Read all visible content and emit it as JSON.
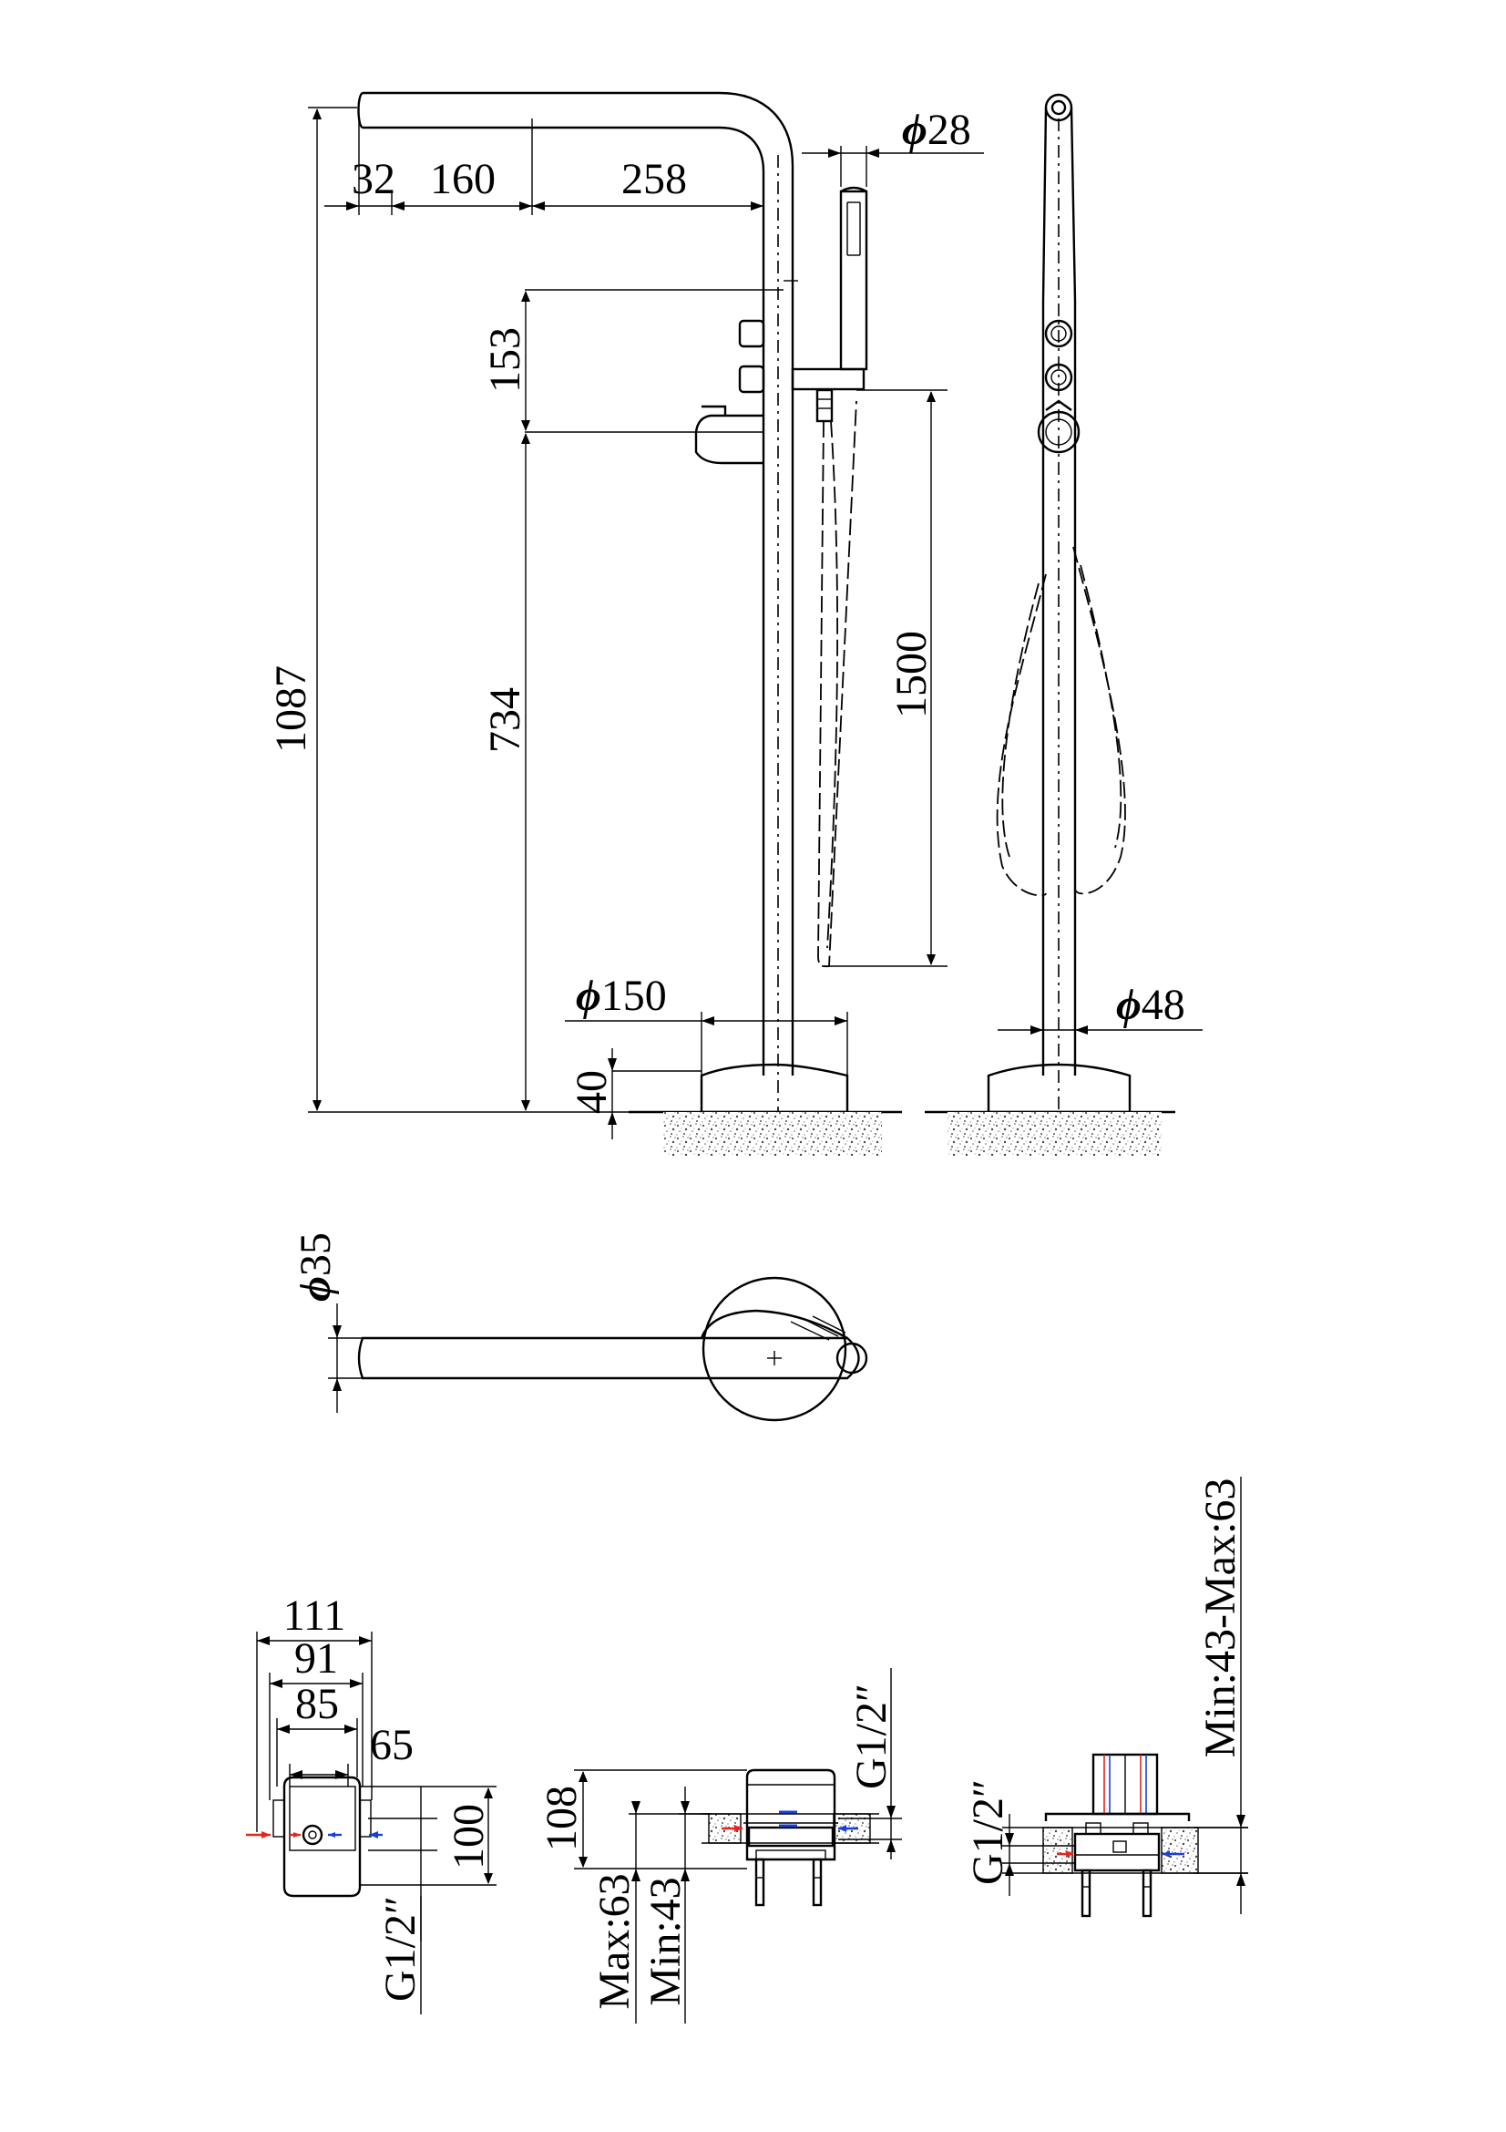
{
  "dimensions": {
    "spout_tip": "32",
    "spout_mid": "160",
    "spout_reach": "258",
    "handshower_dia": "28",
    "total_height": "1087",
    "handle_gap": "153",
    "spout_body_height": "734",
    "hose_length": "1500",
    "base_dia": "150",
    "base_height": "40",
    "body_dia": "48",
    "spout_dia": "35",
    "box_w1": "111",
    "box_w2": "91",
    "box_w3": "85",
    "box_w4": "65",
    "box_h": "100",
    "thread": "G1/2″",
    "side_h": "108",
    "side_max": "Max:63",
    "side_min": "Min:43",
    "thread_side": "G1/2″",
    "thread_right": "G1/2″",
    "range": "Min:43-Max:63"
  },
  "symbols": {
    "diameter": "ϕ"
  },
  "colors": {
    "hot": "#e8241c",
    "cold": "#1a3fd6",
    "floor": "#9a9a9a"
  }
}
